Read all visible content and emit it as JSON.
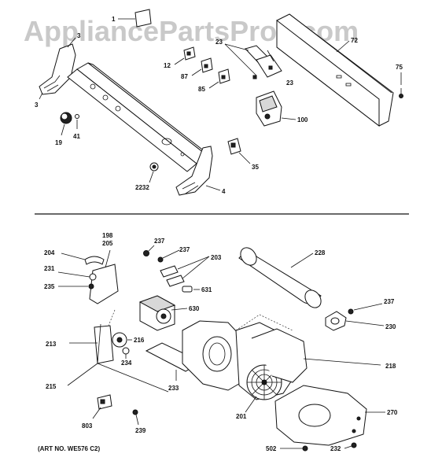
{
  "watermark": "AppliancePartsPros.com",
  "art_note": "(ART NO. WE576 C2)",
  "callouts": {
    "c1": "1",
    "c3a": "3",
    "c3b": "3",
    "c72": "72",
    "c23a": "23",
    "c23b": "23",
    "c75": "75",
    "c12": "12",
    "c87": "87",
    "c85": "85",
    "c100": "100",
    "c19": "19",
    "c41": "41",
    "c35": "35",
    "c2232": "2232",
    "c4": "4",
    "c198": "198",
    "c205": "205",
    "c237a": "237",
    "c237b": "237",
    "c203": "203",
    "c228": "228",
    "c204": "204",
    "c231": "231",
    "c235": "235",
    "c631": "631",
    "c630": "630",
    "c237c": "237",
    "c230": "230",
    "c213": "213",
    "c216": "216",
    "c234": "234",
    "c218": "218",
    "c215": "215",
    "c233": "233",
    "c201": "201",
    "c270": "270",
    "c803": "803",
    "c239": "239",
    "c502": "502",
    "c232": "232"
  }
}
